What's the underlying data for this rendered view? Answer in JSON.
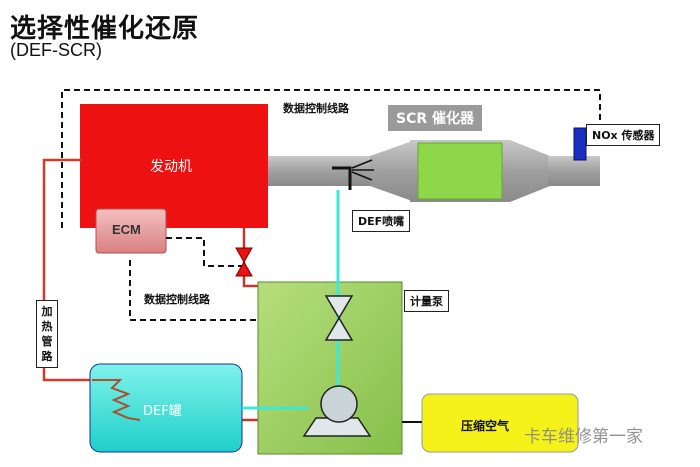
{
  "title": "选择性催化还原",
  "subtitle": "(DEF-SCR)",
  "labels": {
    "engine": "发动机",
    "ecm": "ECM",
    "scr": "SCR 催化器",
    "nox_sensor": "NOx 传感器",
    "data_line_top": "数据控制线路",
    "data_line_bottom": "数据控制线路",
    "def_nozzle": "DEF喷嘴",
    "metering_pump": "计量泵",
    "heating_line": "加热管路",
    "def_tank": "DEF罐",
    "compressed_air": "压缩空气",
    "watermark": "卡车维修第一家"
  },
  "colors": {
    "engine": "#ee1111",
    "ecm": "#e89a9a",
    "scr_catalyst": "#8ed64a",
    "pump_box": "#9ccf5c",
    "def_tank": "#33e6e0",
    "compressed_air": "#f5f21a",
    "def_line": "#3ee8d8",
    "heating_line": "#c0392b",
    "exhaust_pipe": "#a8a8a8",
    "nox_sensor": "#1a2fbf"
  }
}
